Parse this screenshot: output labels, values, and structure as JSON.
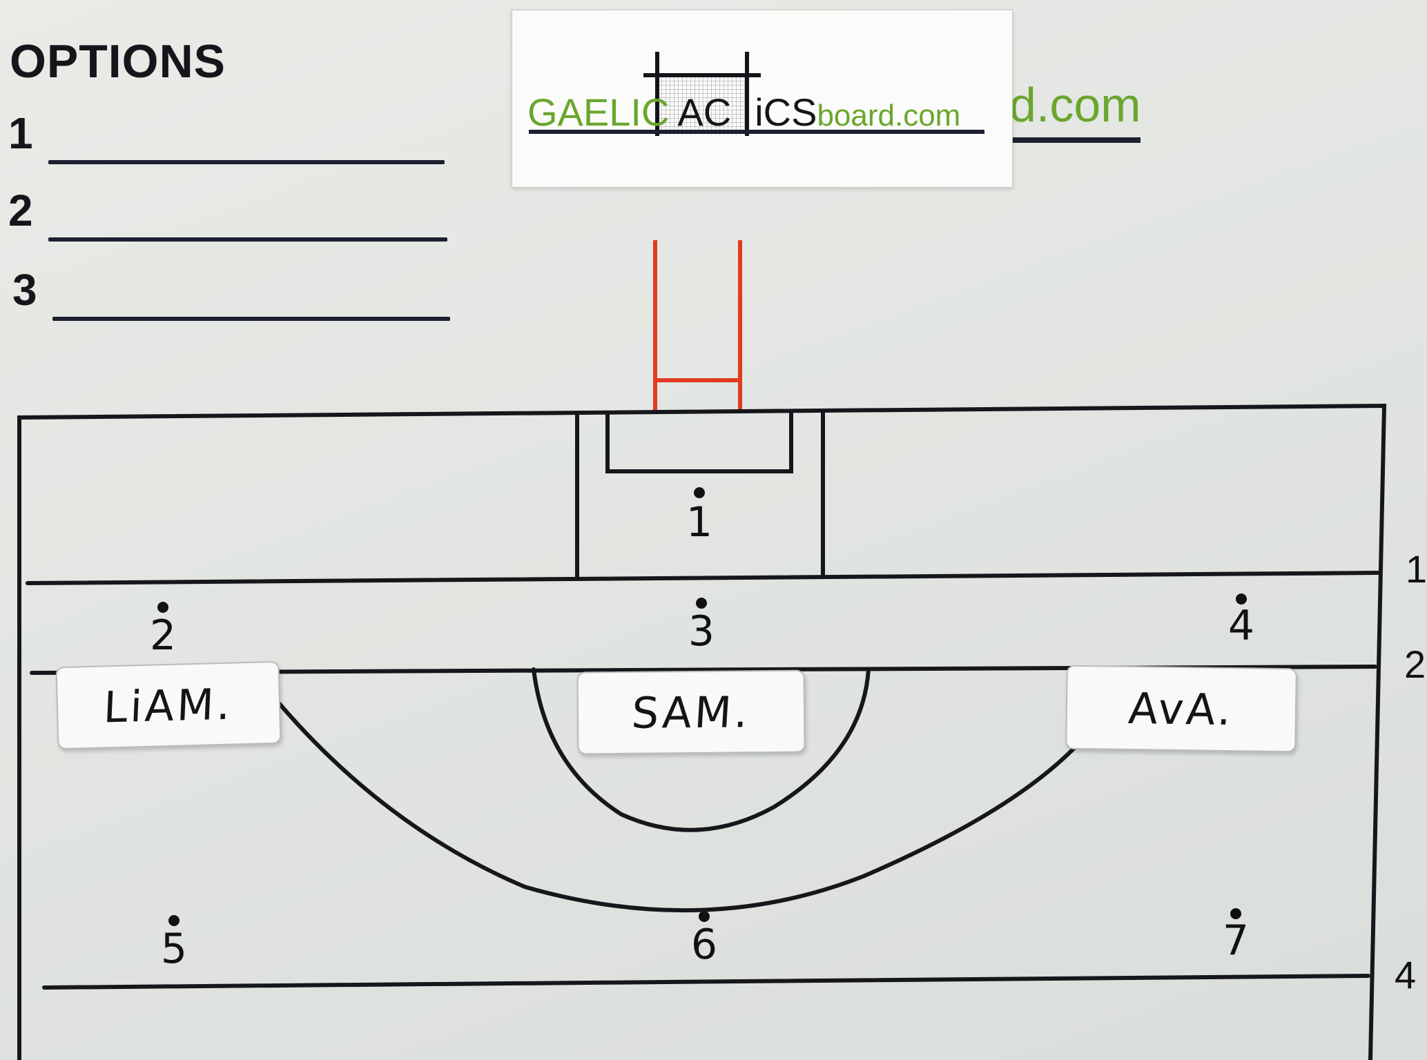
{
  "options": {
    "title": "OPTIONS",
    "rows": [
      "1",
      "2",
      "3"
    ]
  },
  "logo": {
    "part1": "GAELIC",
    "part2": "AC",
    "part3": "iCS",
    "part4": "board.com",
    "behind_text": "d.com"
  },
  "positions": {
    "p1": "1",
    "p2": "2",
    "p3": "3",
    "p4": "4",
    "p5": "5",
    "p6": "6",
    "p7": "7"
  },
  "magnets": {
    "liam": "LiAM.",
    "sam": "SAM.",
    "ava": "AvA."
  },
  "edge_marks": [
    "1",
    "2",
    "4"
  ],
  "colors": {
    "board": "#e3e6e2",
    "lines": "#16171c",
    "goalposts": "#e03a22",
    "logo_green": "#6aa62d"
  }
}
